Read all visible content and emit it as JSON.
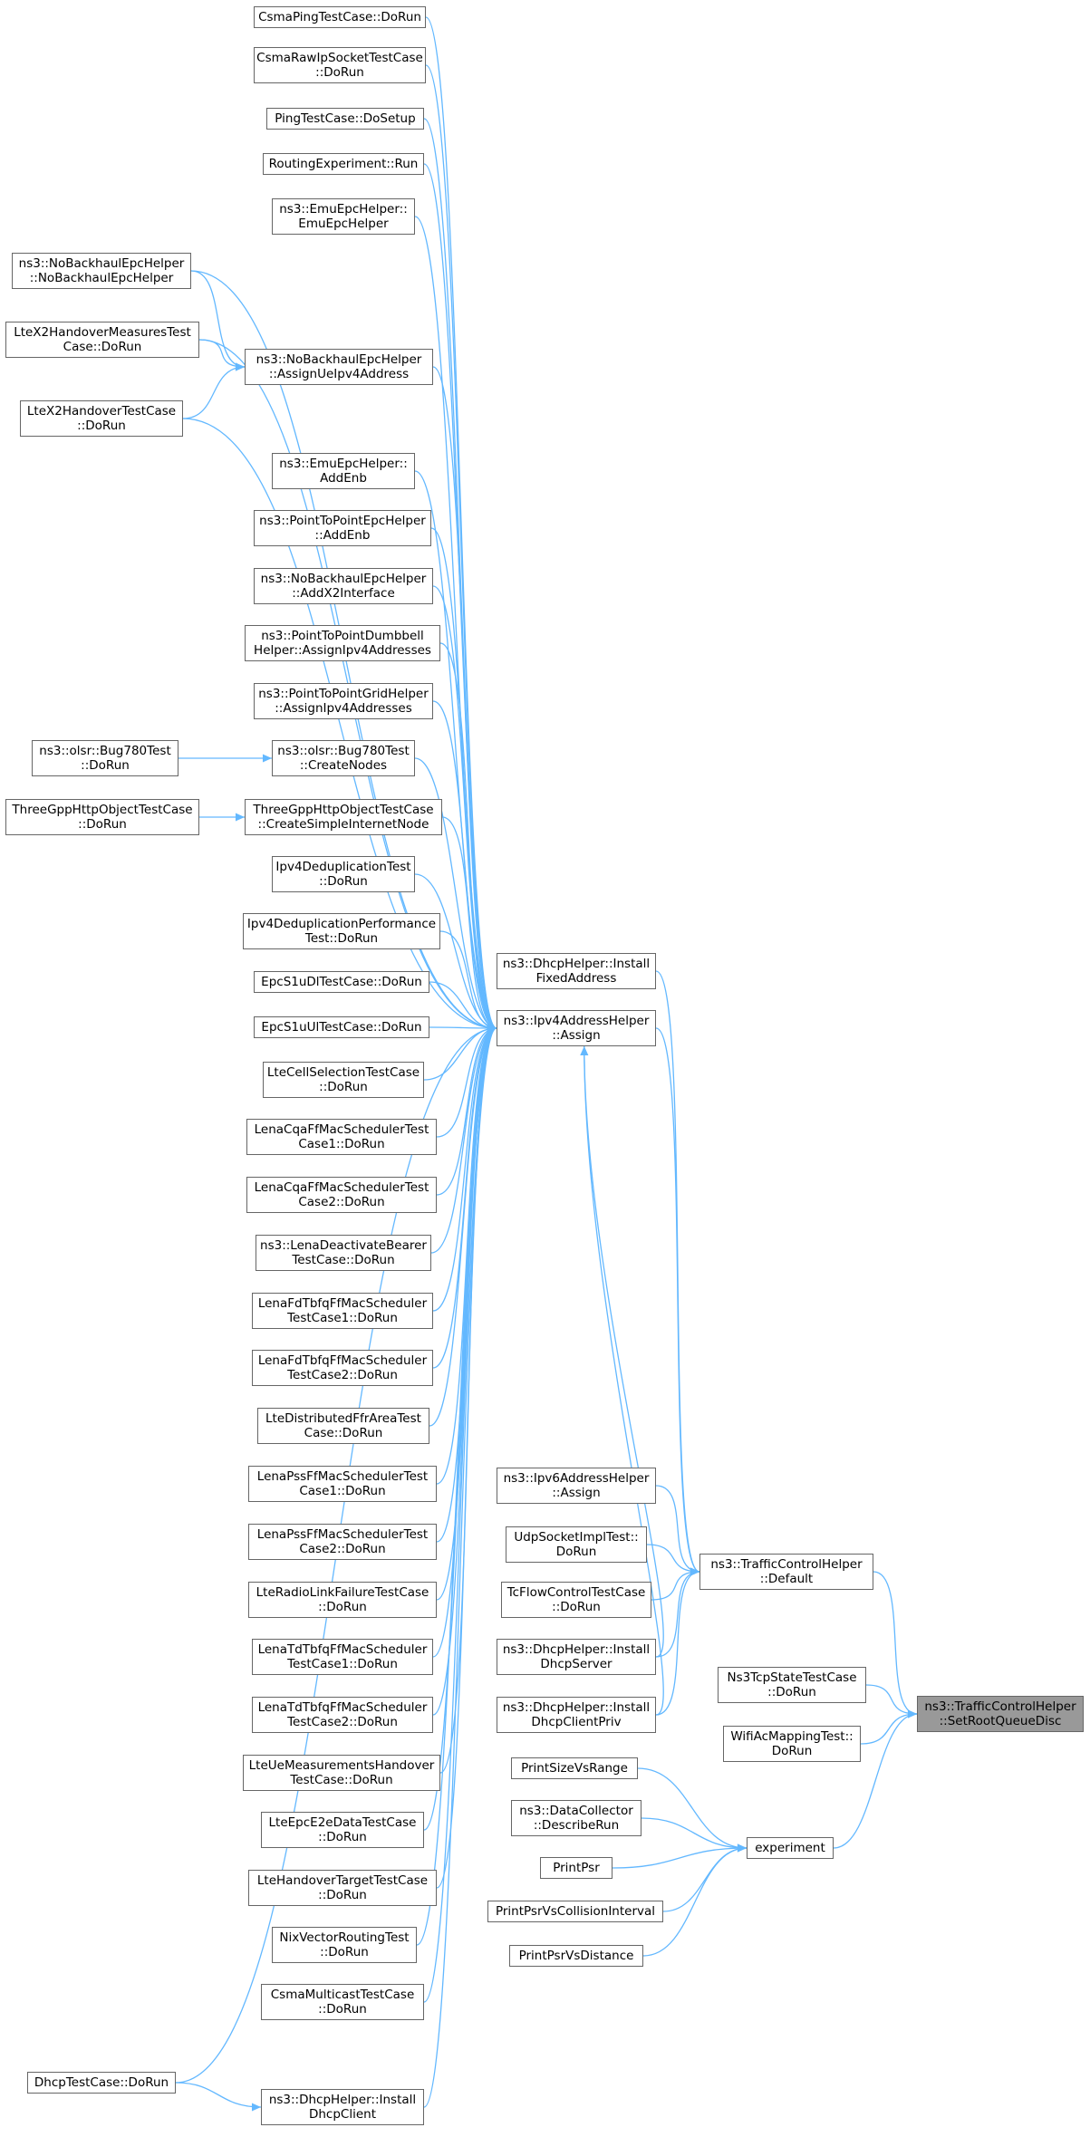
{
  "colors": {
    "edge": "#63b8ff",
    "node_border": "#666666",
    "root_fill": "#999999",
    "background": "#ffffff"
  },
  "nodes": {
    "csma_ping": [
      "CsmaPingTestCase::DoRun"
    ],
    "csma_raw": [
      "CsmaRawIpSocketTestCase",
      "::DoRun"
    ],
    "ping_setup": [
      "PingTestCase::DoSetup"
    ],
    "routing_exp": [
      "RoutingExperiment::Run"
    ],
    "emu_epc": [
      "ns3::EmuEpcHelper::",
      "EmuEpcHelper"
    ],
    "nobh_ctor": [
      "ns3::NoBackhaulEpcHelper",
      "::NoBackhaulEpcHelper"
    ],
    "x2_measures": [
      "LteX2HandoverMeasuresTest",
      "Case::DoRun"
    ],
    "nobh_assign": [
      "ns3::NoBackhaulEpcHelper",
      "::AssignUeIpv4Address"
    ],
    "x2_handover": [
      "LteX2HandoverTestCase",
      "::DoRun"
    ],
    "emu_addenb": [
      "ns3::EmuEpcHelper::",
      "AddEnb"
    ],
    "p2p_addenb": [
      "ns3::PointToPointEpcHelper",
      "::AddEnb"
    ],
    "nobh_x2": [
      "ns3::NoBackhaulEpcHelper",
      "::AddX2Interface"
    ],
    "dumbbell": [
      "ns3::PointToPointDumbbell",
      "Helper::AssignIpv4Addresses"
    ],
    "grid": [
      "ns3::PointToPointGridHelper",
      "::AssignIpv4Addresses"
    ],
    "bug780_run": [
      "ns3::olsr::Bug780Test",
      "::DoRun"
    ],
    "bug780_create": [
      "ns3::olsr::Bug780Test",
      "::CreateNodes"
    ],
    "http_run": [
      "ThreeGppHttpObjectTestCase",
      "::DoRun"
    ],
    "http_create": [
      "ThreeGppHttpObjectTestCase",
      "::CreateSimpleInternetNode"
    ],
    "dedup": [
      "Ipv4DeduplicationTest",
      "::DoRun"
    ],
    "dedup_perf": [
      "Ipv4DeduplicationPerformance",
      "Test::DoRun"
    ],
    "epc_dl": [
      "EpcS1uDlTestCase::DoRun"
    ],
    "epc_ul": [
      "EpcS1uUlTestCase::DoRun"
    ],
    "cell_sel": [
      "LteCellSelectionTestCase",
      "::DoRun"
    ],
    "cqa1": [
      "LenaCqaFfMacSchedulerTest",
      "Case1::DoRun"
    ],
    "cqa2": [
      "LenaCqaFfMacSchedulerTest",
      "Case2::DoRun"
    ],
    "deactivate": [
      "ns3::LenaDeactivateBearer",
      "TestCase::DoRun"
    ],
    "fdtbfq1": [
      "LenaFdTbfqFfMacScheduler",
      "TestCase1::DoRun"
    ],
    "fdtbfq2": [
      "LenaFdTbfqFfMacScheduler",
      "TestCase2::DoRun"
    ],
    "ffr": [
      "LteDistributedFfrAreaTest",
      "Case::DoRun"
    ],
    "pss1": [
      "LenaPssFfMacSchedulerTest",
      "Case1::DoRun"
    ],
    "pss2": [
      "LenaPssFfMacSchedulerTest",
      "Case2::DoRun"
    ],
    "rlf": [
      "LteRadioLinkFailureTestCase",
      "::DoRun"
    ],
    "tdtbfq1": [
      "LenaTdTbfqFfMacScheduler",
      "TestCase1::DoRun"
    ],
    "tdtbfq2": [
      "LenaTdTbfqFfMacScheduler",
      "TestCase2::DoRun"
    ],
    "ue_meas": [
      "LteUeMeasurementsHandover",
      "TestCase::DoRun"
    ],
    "e2e": [
      "LteEpcE2eDataTestCase",
      "::DoRun"
    ],
    "ho_target": [
      "LteHandoverTargetTestCase",
      "::DoRun"
    ],
    "nix": [
      "NixVectorRoutingTest",
      "::DoRun"
    ],
    "csma_mc": [
      "CsmaMulticastTestCase",
      "::DoRun"
    ],
    "dhcp_tc": [
      "DhcpTestCase::DoRun"
    ],
    "dhcp_client": [
      "ns3::DhcpHelper::Install",
      "DhcpClient"
    ],
    "dhcp_fixed": [
      "ns3::DhcpHelper::Install",
      "FixedAddress"
    ],
    "ipv4_assign": [
      "ns3::Ipv4AddressHelper",
      "::Assign"
    ],
    "ipv6_assign": [
      "ns3::Ipv6AddressHelper",
      "::Assign"
    ],
    "udp_impl": [
      "UdpSocketImplTest::",
      "DoRun"
    ],
    "tc_flow": [
      "TcFlowControlTestCase",
      "::DoRun"
    ],
    "dhcp_server": [
      "ns3::DhcpHelper::Install",
      "DhcpServer"
    ],
    "dhcp_priv": [
      "ns3::DhcpHelper::Install",
      "DhcpClientPriv"
    ],
    "tc_default": [
      "ns3::TrafficControlHelper",
      "::Default"
    ],
    "ns3tcp": [
      "Ns3TcpStateTestCase",
      "::DoRun"
    ],
    "wifi_ac": [
      "WifiAcMappingTest::",
      "DoRun"
    ],
    "root": [
      "ns3::TrafficControlHelper",
      "::SetRootQueueDisc"
    ],
    "psize": [
      "PrintSizeVsRange"
    ],
    "dc_describe": [
      "ns3::DataCollector",
      "::DescribeRun"
    ],
    "ppsr": [
      "PrintPsr"
    ],
    "ppsr_coll": [
      "PrintPsrVsCollisionInterval"
    ],
    "ppsr_dist": [
      "PrintPsrVsDistance"
    ],
    "experiment": [
      "experiment"
    ]
  }
}
